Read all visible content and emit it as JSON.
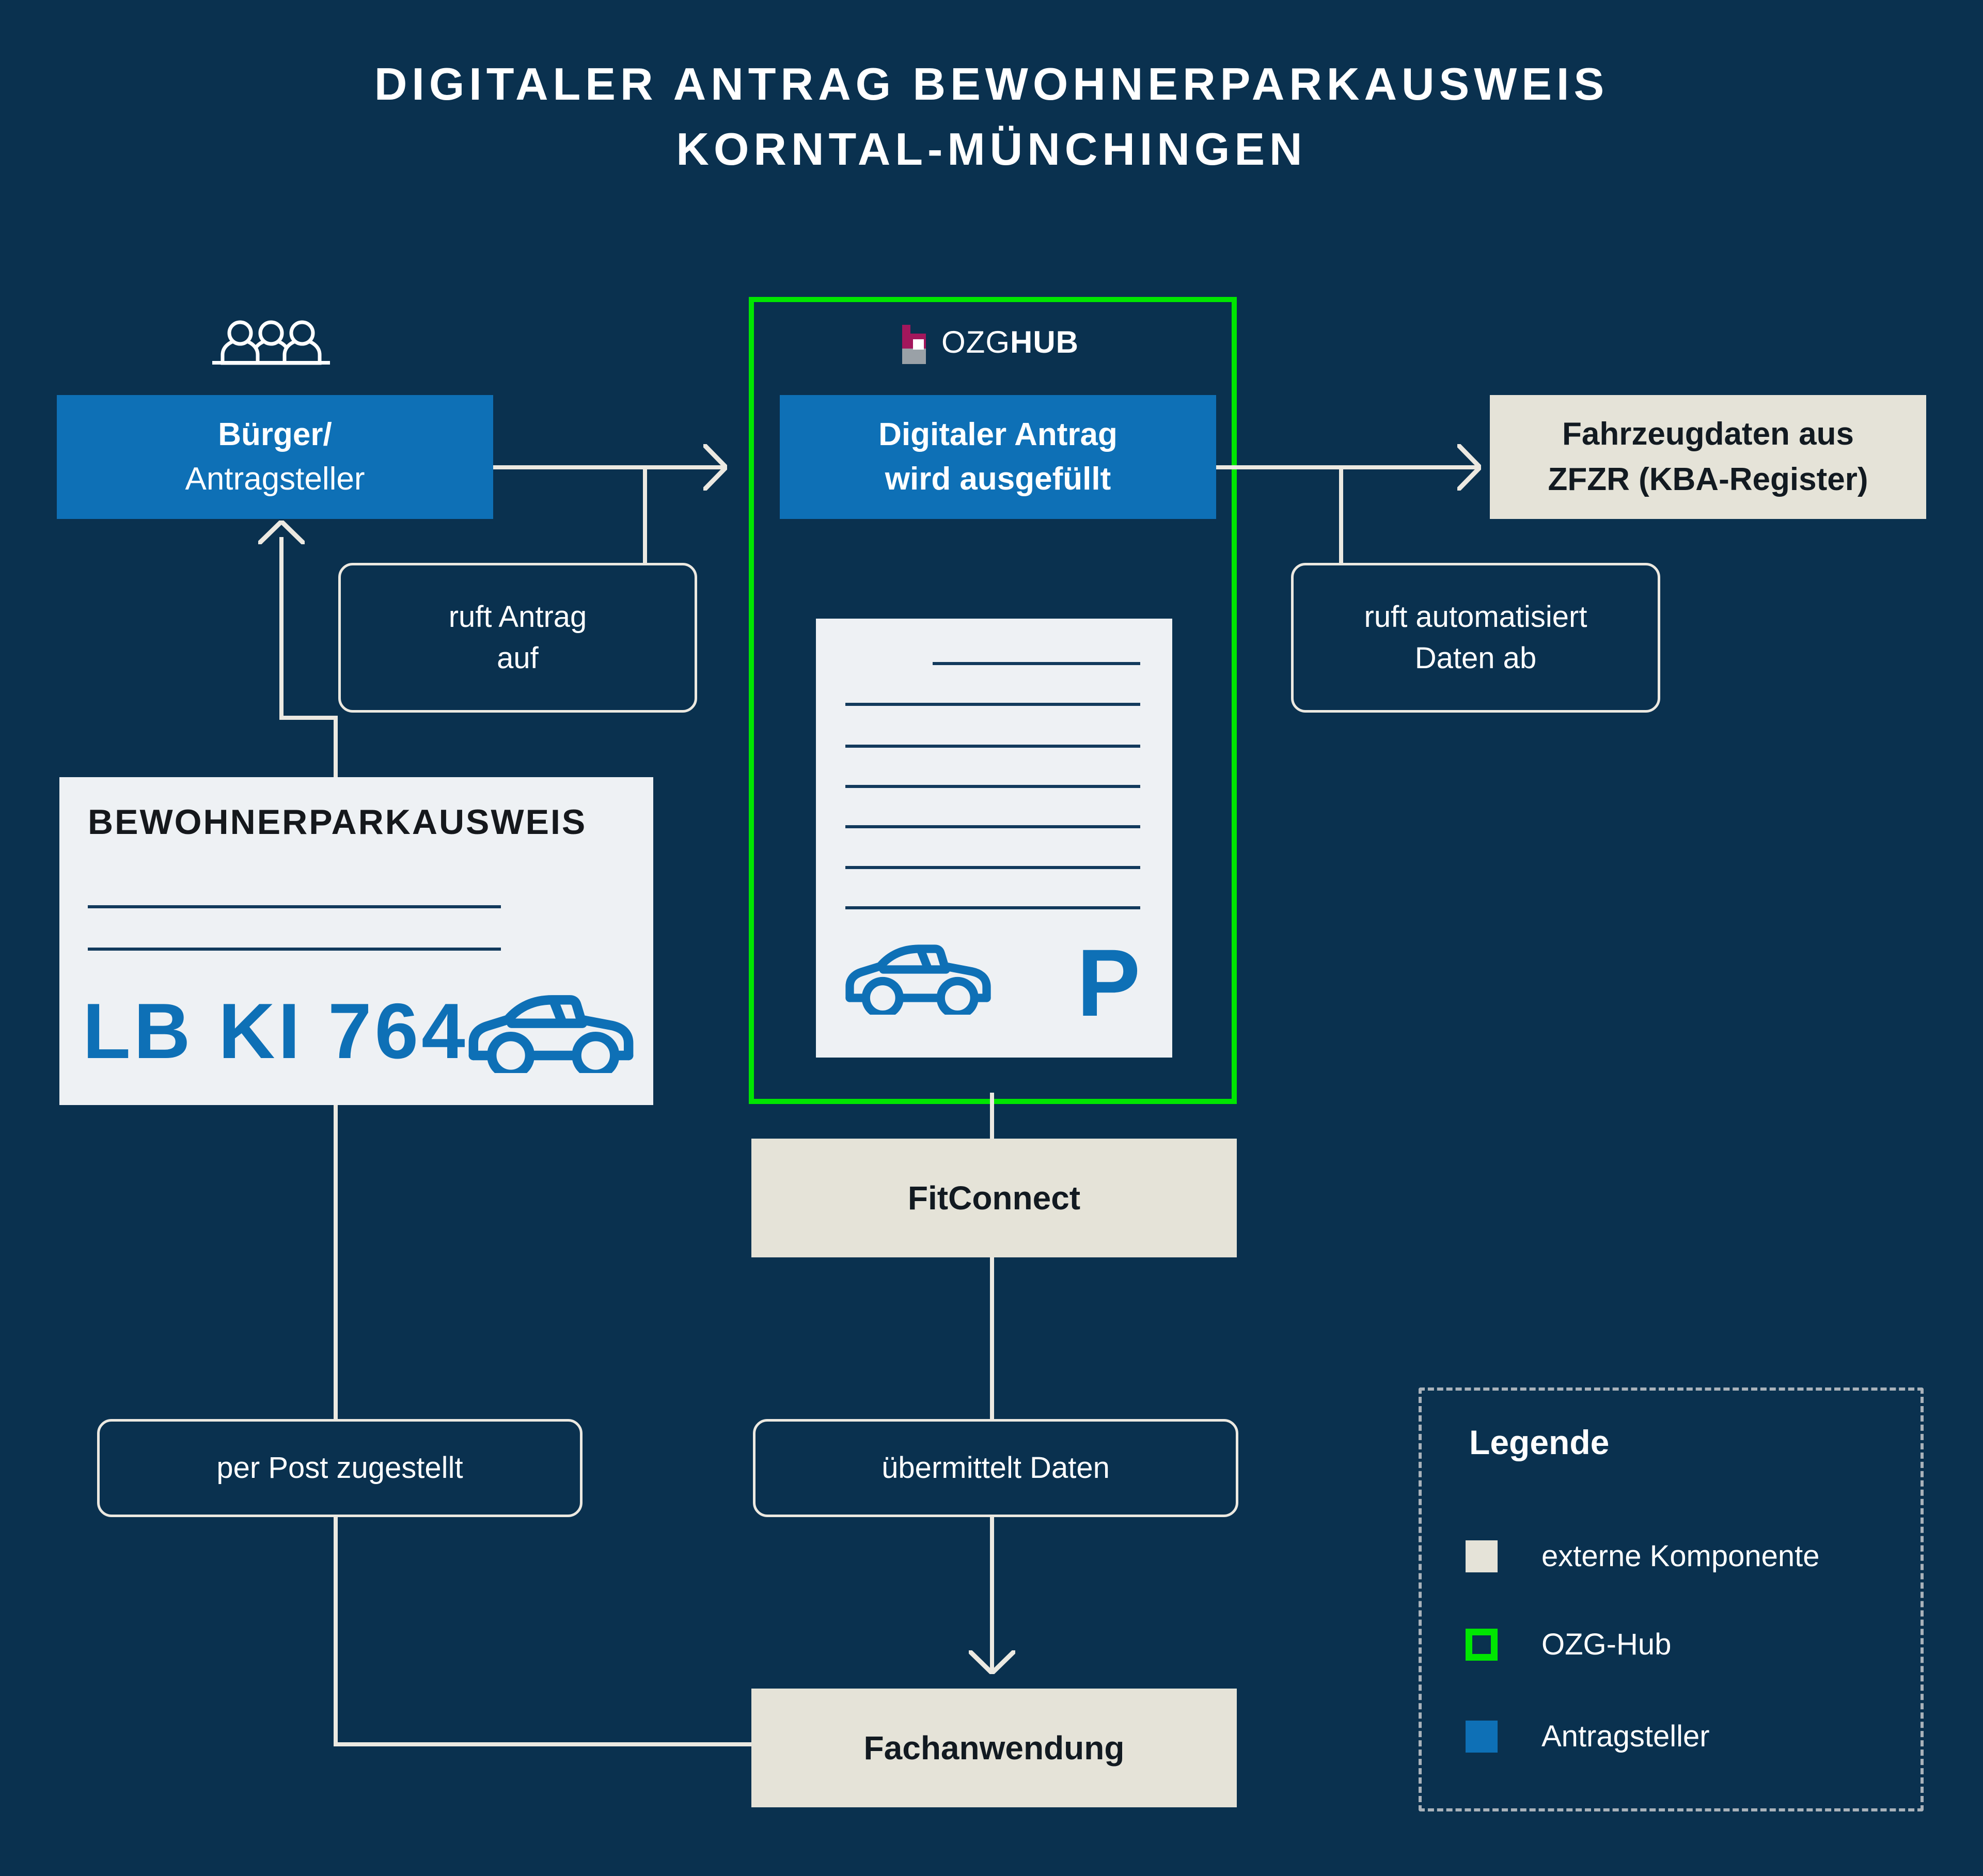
{
  "colors": {
    "bg": "#0a314f",
    "blue": "#0e70b6",
    "green": "#00e600",
    "beige": "#e5e3d8",
    "paper": "#eef1f4",
    "line": "#ece9e1",
    "navyline": "#123a5c",
    "ink": "#121a21",
    "magenta": "#a3175c",
    "gray": "#9aa1a7",
    "dash": "#a9b2ba"
  },
  "title": {
    "line1": "DIGITALER ANTRAG BEWOHNERPARKAUSWEIS",
    "line2": "KORNTAL-MÜNCHINGEN"
  },
  "logo": {
    "ozg": "OZG",
    "hub": "HUB"
  },
  "nodes": {
    "buerger": {
      "line1": "Bürger/",
      "line2": "Antragsteller"
    },
    "digitaler_antrag": {
      "line1": "Digitaler Antrag",
      "line2": "wird ausgefüllt"
    },
    "fahrzeugdaten": {
      "line1": "Fahrzeugdaten aus",
      "line2": "ZFZR (KBA-Register)"
    },
    "fitconnect": "FitConnect",
    "fachanwendung": "Fachanwendung",
    "bewohnerparkausweis": {
      "title": "BEWOHNERPARKAUSWEIS",
      "plate": "LB KI 764"
    },
    "parking_letter": "P"
  },
  "edges": {
    "ruft_antrag": {
      "line1": "ruft Antrag",
      "line2": "auf"
    },
    "ruft_automatisiert": {
      "line1": "ruft automatisiert",
      "line2": "Daten ab"
    },
    "per_post": "per Post zugestellt",
    "uebermittelt": "übermittelt Daten"
  },
  "legend": {
    "title": "Legende",
    "items": [
      {
        "swatch": "beige",
        "label": "externe Komponente"
      },
      {
        "swatch": "green-outline",
        "label": "OZG-Hub"
      },
      {
        "swatch": "blue",
        "label": "Antragsteller"
      }
    ]
  }
}
